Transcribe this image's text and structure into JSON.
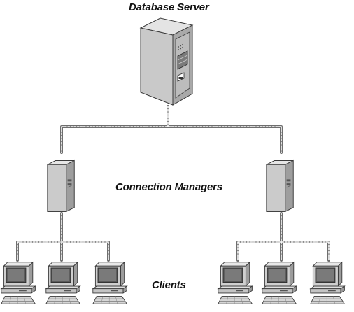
{
  "labels": {
    "database_server": "Database Server",
    "connection_managers": "Connection Managers",
    "clients": "Clients"
  },
  "colors": {
    "cable_dark": "#6e6e6e",
    "cable_light": "#ffffff",
    "device_face": "#cfcfcf",
    "device_side": "#a8a8a8",
    "device_top": "#e6e6e6",
    "outline": "#3a3a3a",
    "screen": "#5a5a5a"
  },
  "icons": {
    "server": "tower-server-icon",
    "manager": "tower-pc-icon",
    "client": "desktop-computer-icon"
  }
}
